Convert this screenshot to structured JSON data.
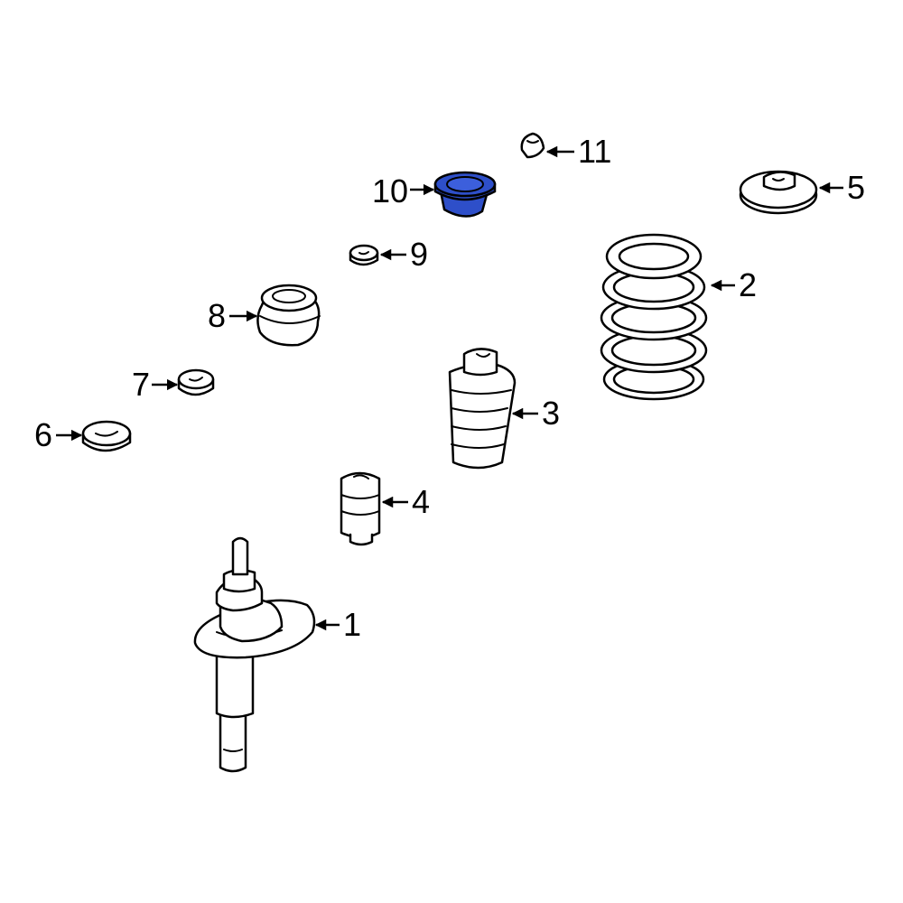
{
  "highlight_color": "#2e4fc9",
  "callouts": [
    {
      "id": "1",
      "label": "1"
    },
    {
      "id": "2",
      "label": "2"
    },
    {
      "id": "3",
      "label": "3"
    },
    {
      "id": "4",
      "label": "4"
    },
    {
      "id": "5",
      "label": "5"
    },
    {
      "id": "6",
      "label": "6"
    },
    {
      "id": "7",
      "label": "7"
    },
    {
      "id": "8",
      "label": "8"
    },
    {
      "id": "9",
      "label": "9"
    },
    {
      "id": "10",
      "label": "10"
    },
    {
      "id": "11",
      "label": "11"
    }
  ],
  "highlighted_part": "10"
}
